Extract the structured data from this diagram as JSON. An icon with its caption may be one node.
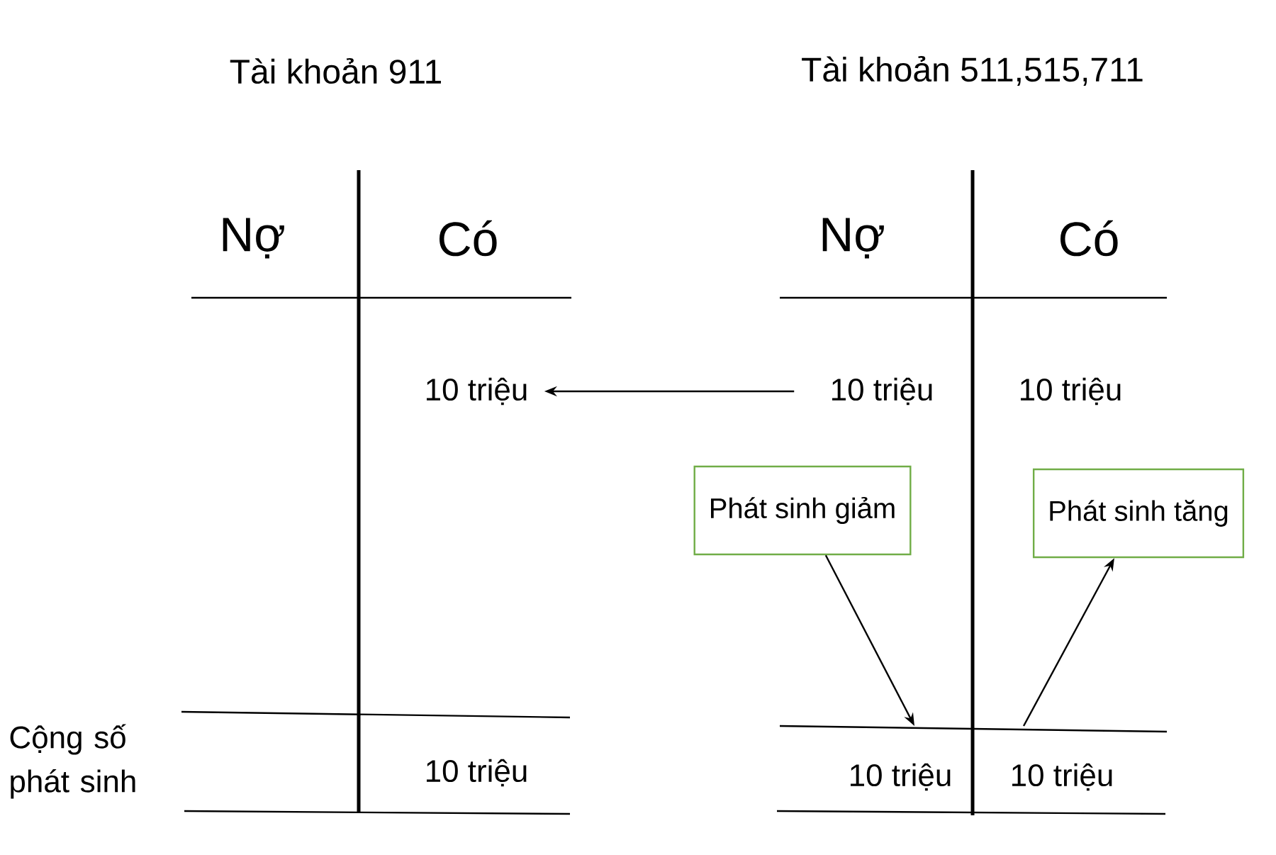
{
  "diagram": {
    "nodes": [
      {
        "text": [
          "10 triệu"
        ]
      },
      {
        "text": [
          "10 triệu"
        ]
      },
      {
        "text": [
          "10 triệu"
        ]
      },
      {
        "text": [
          "Phát sinh giảm"
        ]
      },
      {
        "text": [
          "Phát sinh tăng"
        ]
      }
    ],
    "edges": [
      {
        "from": 1,
        "to": 0,
        "arrow": "to"
      },
      {
        "from": 3,
        "to": null,
        "arrow": "to"
      },
      {
        "from": null,
        "to": 4,
        "arrow": "to"
      }
    ],
    "labels": [
      "Tài khoản 911",
      "Tài khoản 511,515,711",
      "Nợ",
      "Có",
      "Nợ",
      "Có",
      "Cộng số phát sinh",
      "10 triệu",
      "10 triệu",
      "10 triệu"
    ]
  }
}
